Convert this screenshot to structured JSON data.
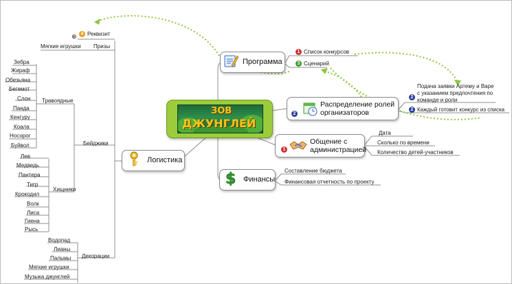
{
  "center": {
    "logo_line1": "ЗОВ",
    "logo_line2": "ДЖУНГЛЕЙ"
  },
  "topics": {
    "programma": "Программа",
    "raspredelenie": "Распределение ролей\nорганизаторов",
    "obshchenie": "Общение с\nадминистрацией",
    "finansy": "Финансы",
    "logistika": "Логистика"
  },
  "programma_children": [
    "Список конкурсов",
    "Сценарий"
  ],
  "raspredelenie_children": [
    "Подача заявки Артему и Варе\nс указанием предпочтения по\nкоманде и роли",
    "Каждый готовит конкурс из списка"
  ],
  "obshchenie_children": [
    "Дата",
    "Сколько по времени",
    "Количество детей-участников"
  ],
  "finansy_children": [
    "Составление бюджета",
    "Финансовая отчетность по проекту"
  ],
  "logistika_children": {
    "rekvizit": "Реквизит",
    "prizy": "Призы",
    "prizy_items": [
      "Мягкие игрушки"
    ],
    "bejdzhiki": "Бейджики",
    "travoyadnye": "Травоядные",
    "travoyadnye_items": [
      "Зебра",
      "Жираф",
      "Обезьяна",
      "Бегемот",
      "Слон",
      "Панда",
      "Кенгуру",
      "Коала",
      "Носорог",
      "Буйвол"
    ],
    "hishchniki": "Хищники",
    "hishchniki_items": [
      "Лев",
      "Медведь",
      "Пантера",
      "Тигр",
      "Крокодил",
      "Волк",
      "Лиса",
      "Гиена",
      "Рысь"
    ],
    "dekoracii": "Декорации",
    "dekoracii_items": [
      "Водопад",
      "Лианы",
      "Пальмы",
      "Мягкие игрушки",
      "Музыка джунглей"
    ]
  },
  "markers": {
    "one": "1",
    "two": "2",
    "three": "3",
    "four": "4"
  },
  "colors": {
    "center_fill": "#9ccc3c",
    "dotted_link": "#8cc63f",
    "line": "#8c8c8c"
  }
}
